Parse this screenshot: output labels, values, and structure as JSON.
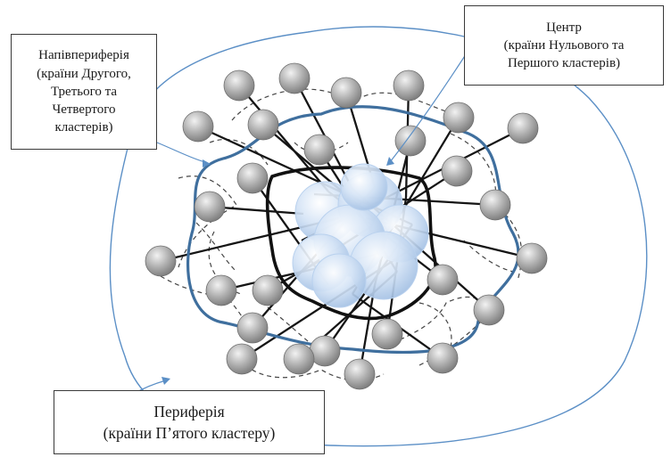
{
  "diagram": {
    "callouts": {
      "semi_periphery": {
        "lines": [
          "Напівпериферія",
          "(країни Другого,",
          "Третього та",
          "Четвертого",
          "кластерів)"
        ]
      },
      "center": {
        "lines": [
          "Центр",
          "(країни Нульового та",
          "Першого кластерів)"
        ]
      },
      "periphery": {
        "lines": [
          "Периферія",
          "(країни П’ятого кластеру)"
        ]
      }
    },
    "colors": {
      "outer_boundary": "#5b8fc6",
      "semi_periphery_ring": "#3f6f9e",
      "core_ring": "#111111",
      "core_sphere": "#b9d1ee",
      "node_sphere": "#a8a8a8",
      "spoke": "#151515",
      "dashed_link": "#444444"
    }
  }
}
